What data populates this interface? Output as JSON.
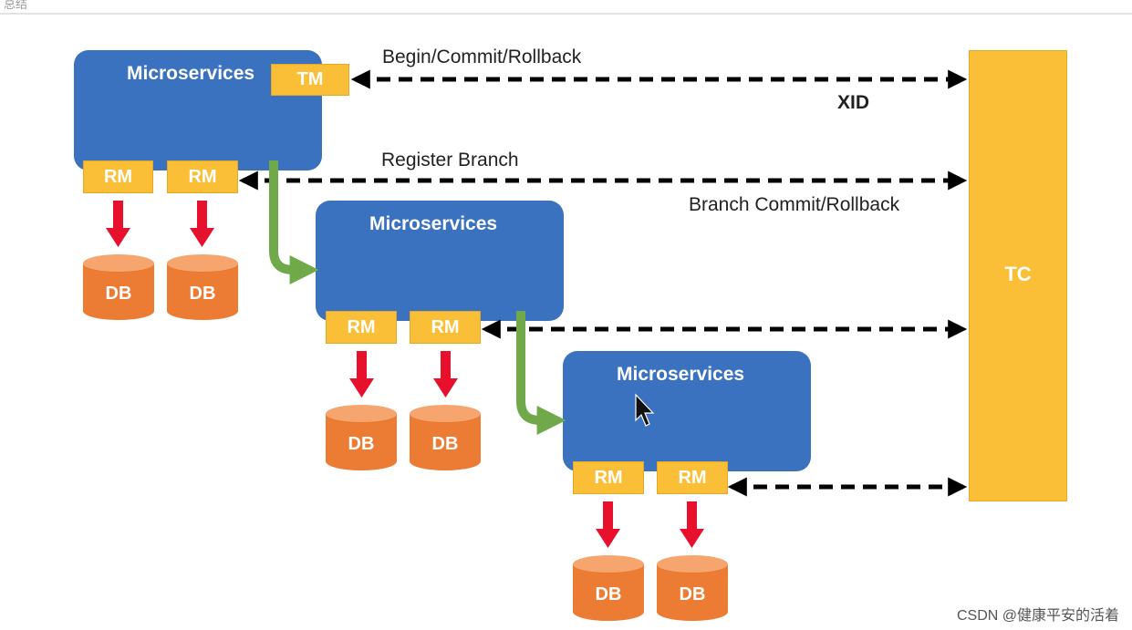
{
  "header": {
    "title": "总结"
  },
  "labels": {
    "microservices": "Microservices",
    "tm": "TM",
    "rm": "RM",
    "db": "DB",
    "tc": "TC",
    "begin_commit_rollback": "Begin/Commit/Rollback",
    "xid": "XID",
    "register_branch": "Register Branch",
    "branch_commit_rollback": "Branch Commit/Rollback"
  },
  "watermark": "CSDN @健康平安的活着",
  "colors": {
    "service_box": "#3a72bf",
    "tag": "#fbbf37",
    "db": "#ec7c33",
    "db_top": "#f5a56d",
    "red_arrow": "#e8112d",
    "green_arrow": "#6fa94a",
    "dashed_line": "#000000"
  },
  "icons": [
    "cursor-arrow-icon"
  ]
}
